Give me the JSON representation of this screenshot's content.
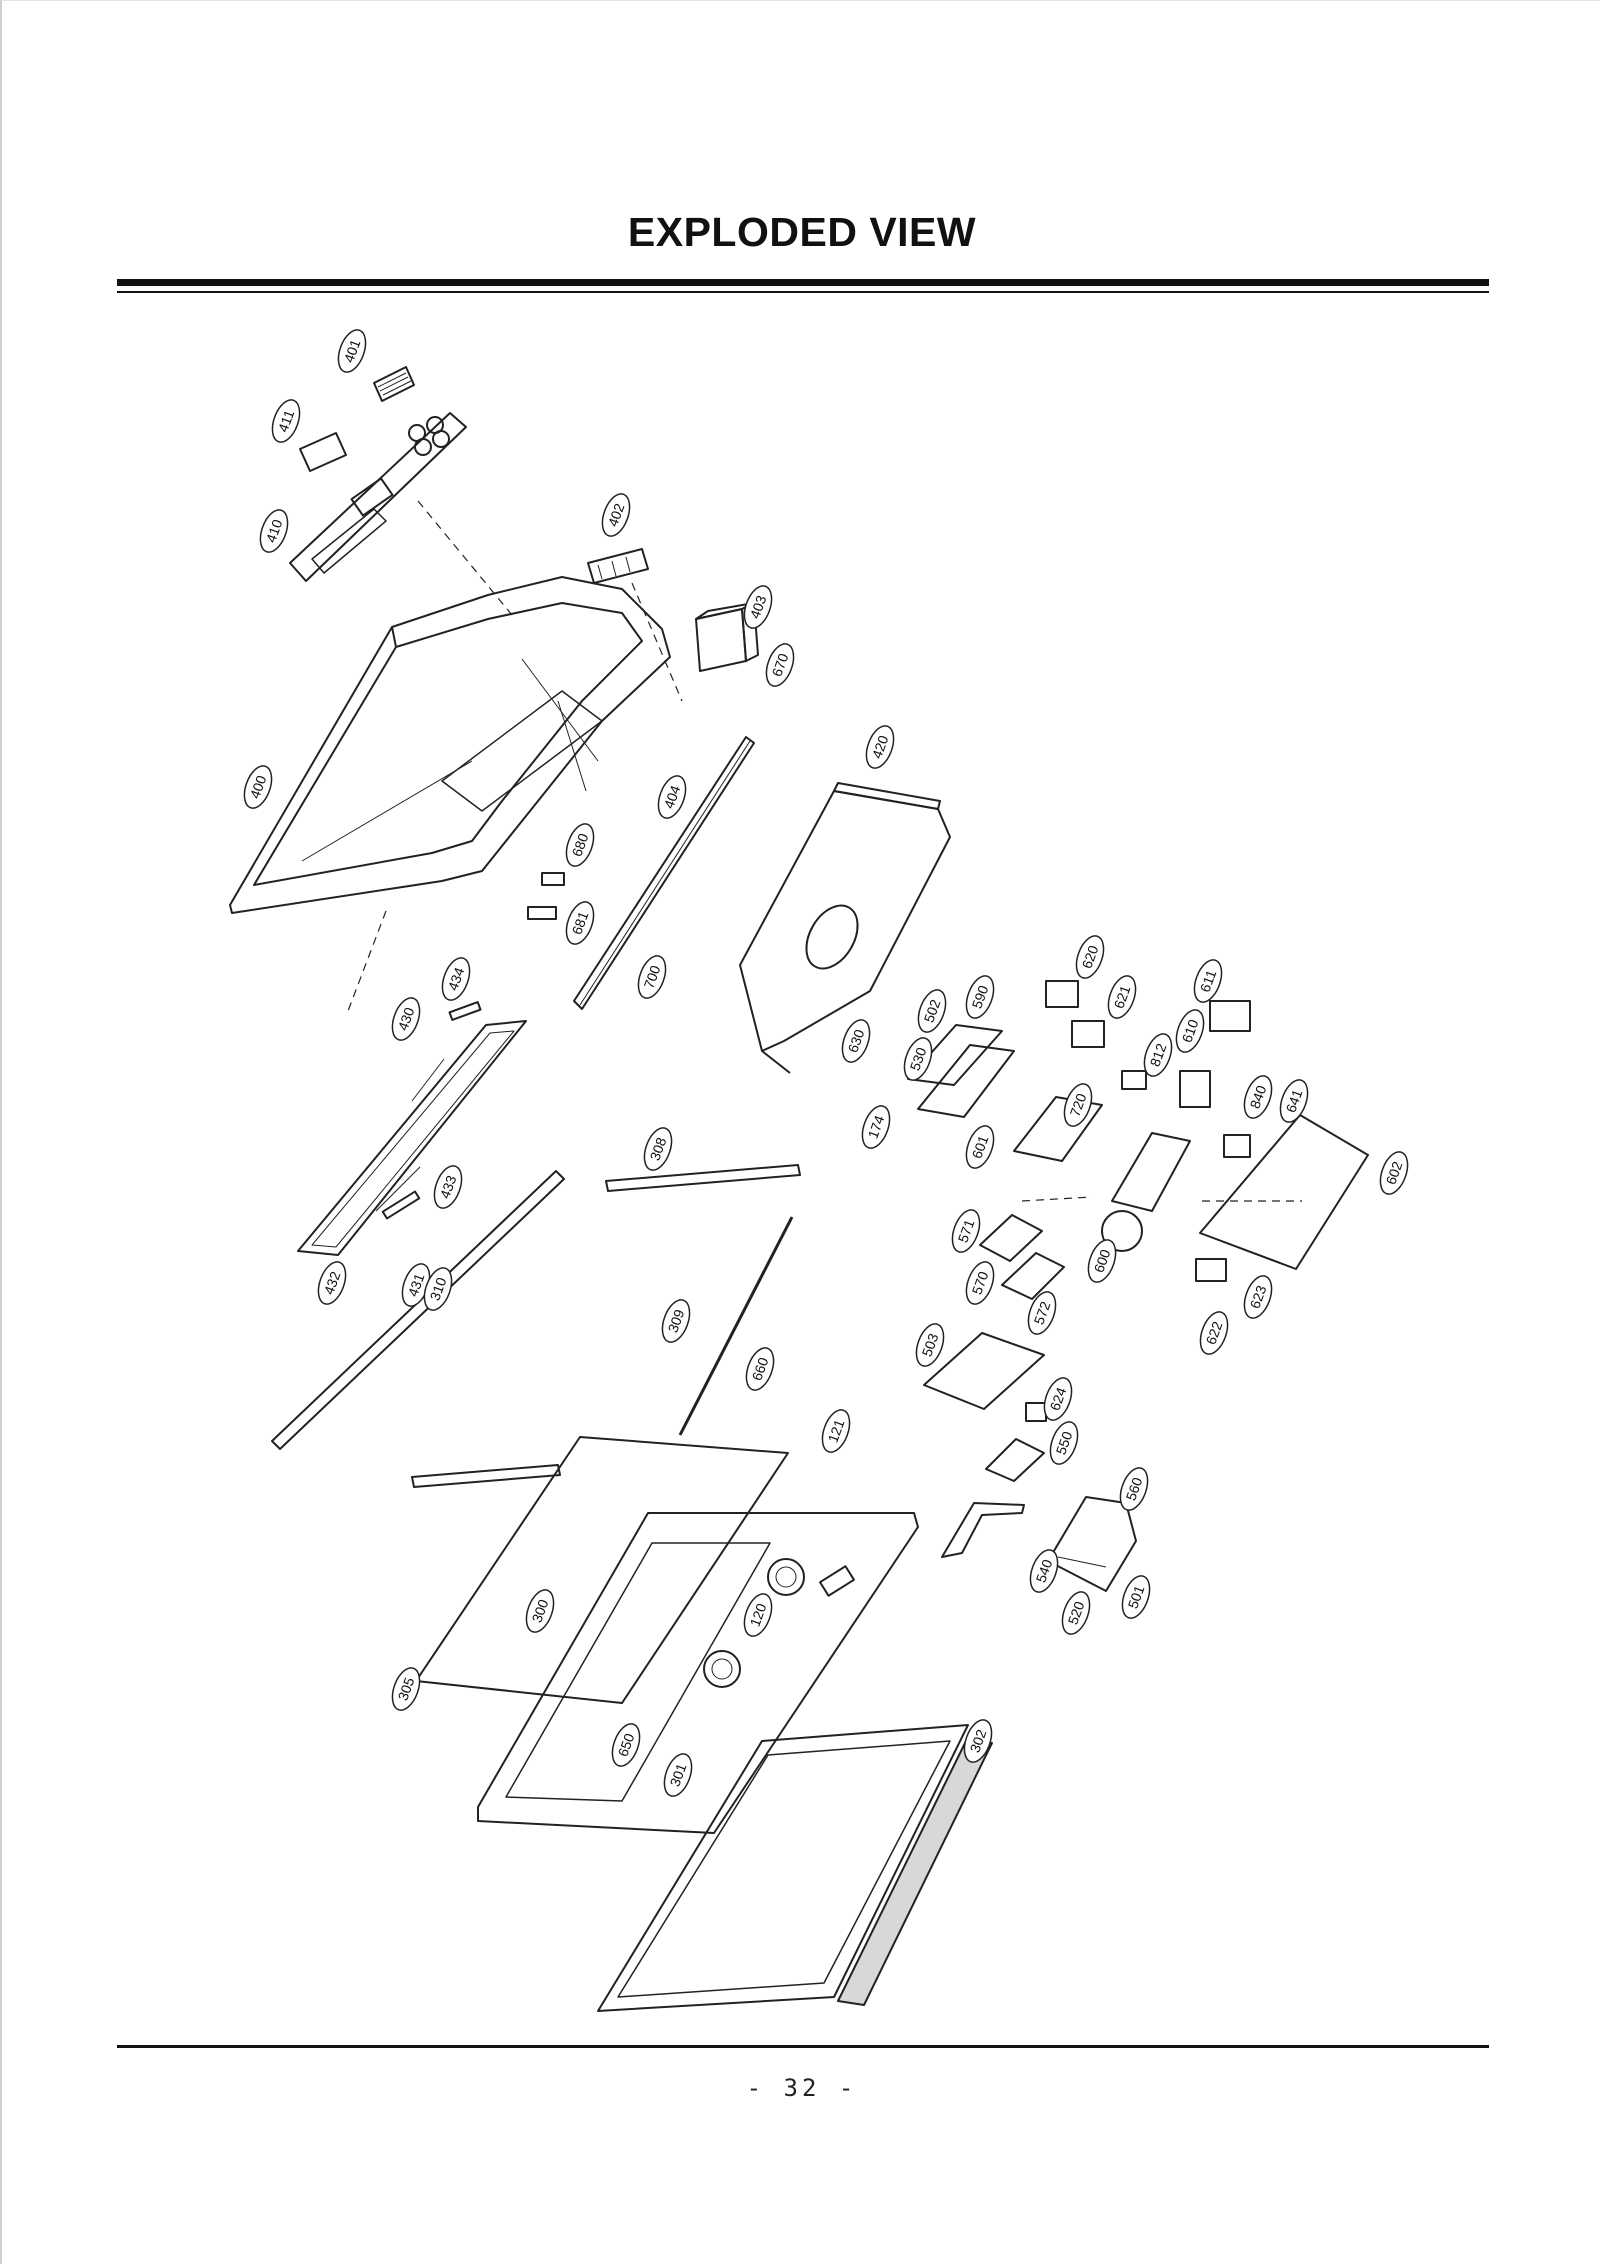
{
  "title": "EXPLODED VIEW",
  "page_number": "- 32 -",
  "callouts": [
    "401",
    "411",
    "410",
    "402",
    "403",
    "670",
    "400",
    "404",
    "420",
    "680",
    "681",
    "700",
    "434",
    "430",
    "433",
    "432",
    "431",
    "310",
    "308",
    "309",
    "305",
    "300",
    "660",
    "121",
    "120",
    "650",
    "301",
    "302",
    "502",
    "590",
    "620",
    "621",
    "611",
    "610",
    "812",
    "530",
    "720",
    "174",
    "601",
    "840",
    "641",
    "602",
    "571",
    "570",
    "572",
    "600",
    "623",
    "622",
    "503",
    "624",
    "550",
    "560",
    "540",
    "520",
    "501",
    "630"
  ]
}
